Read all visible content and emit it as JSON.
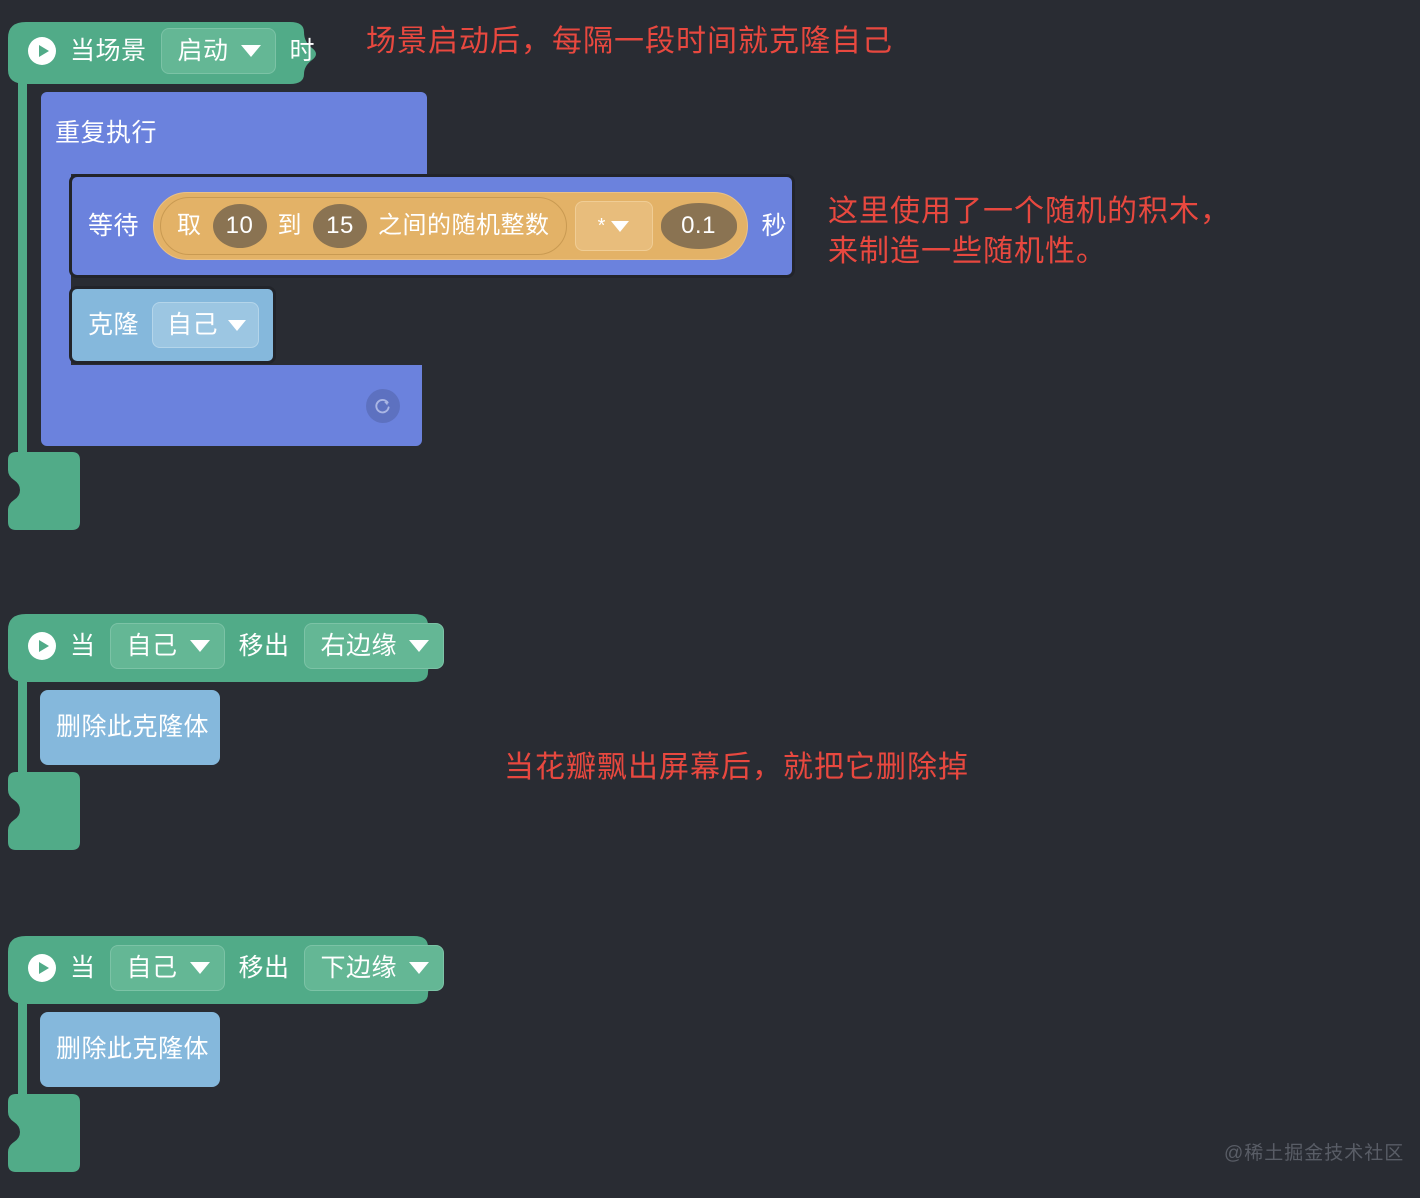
{
  "theme": {
    "background": "#292c33",
    "event_green": "#51ab88",
    "control_blue": "#6b82dd",
    "clone_light_blue": "#85b8dc",
    "operator_orange": "#e3b267",
    "operator_oval": "#8a7352",
    "annotation_red": "#e8483f",
    "watermark_gray": "#595d66"
  },
  "scripts": [
    {
      "id": "script-scene-start",
      "hat": {
        "prefix": "当场景",
        "dropdown_value": "启动",
        "suffix": "时",
        "icon": "play-icon",
        "dropdown_caret": "chevron-down-icon"
      },
      "body": [
        {
          "type": "c-block",
          "label": "重复执行",
          "loop_icon": "loop-arrow-icon",
          "children": [
            {
              "type": "wait",
              "prefix": "等待",
              "suffix": "秒",
              "operator": {
                "type": "multiply",
                "symbol": "*",
                "caret": "chevron-down-icon",
                "operand_right": "0.1",
                "operand_left": {
                  "type": "random-integer",
                  "prefix": "取",
                  "min": "10",
                  "middle": "到",
                  "max": "15",
                  "suffix": "之间的随机整数"
                }
              }
            },
            {
              "type": "clone",
              "prefix": "克隆",
              "dropdown_value": "自己",
              "dropdown_caret": "chevron-down-icon"
            }
          ]
        }
      ]
    },
    {
      "id": "script-exit-right",
      "hat": {
        "prefix": "当",
        "dropdown_value": "自己",
        "middle": "移出",
        "dropdown_value2": "右边缘",
        "icon": "play-icon",
        "dropdown_caret": "chevron-down-icon"
      },
      "body": [
        {
          "type": "delete-clone",
          "label": "删除此克隆体"
        }
      ]
    },
    {
      "id": "script-exit-bottom",
      "hat": {
        "prefix": "当",
        "dropdown_value": "自己",
        "middle": "移出",
        "dropdown_value2": "下边缘",
        "icon": "play-icon",
        "dropdown_caret": "chevron-down-icon"
      },
      "body": [
        {
          "type": "delete-clone",
          "label": "删除此克隆体"
        }
      ]
    }
  ],
  "annotations": [
    {
      "id": "anno-1",
      "text": "场景启动后，每隔一段时间就克隆自己"
    },
    {
      "id": "anno-2",
      "text": "这里使用了一个随机的积木，\n来制造一些随机性。"
    },
    {
      "id": "anno-3",
      "text": "当花瓣飘出屏幕后，就把它删除掉"
    }
  ],
  "watermark": {
    "text": "@稀土掘金技术社区"
  }
}
